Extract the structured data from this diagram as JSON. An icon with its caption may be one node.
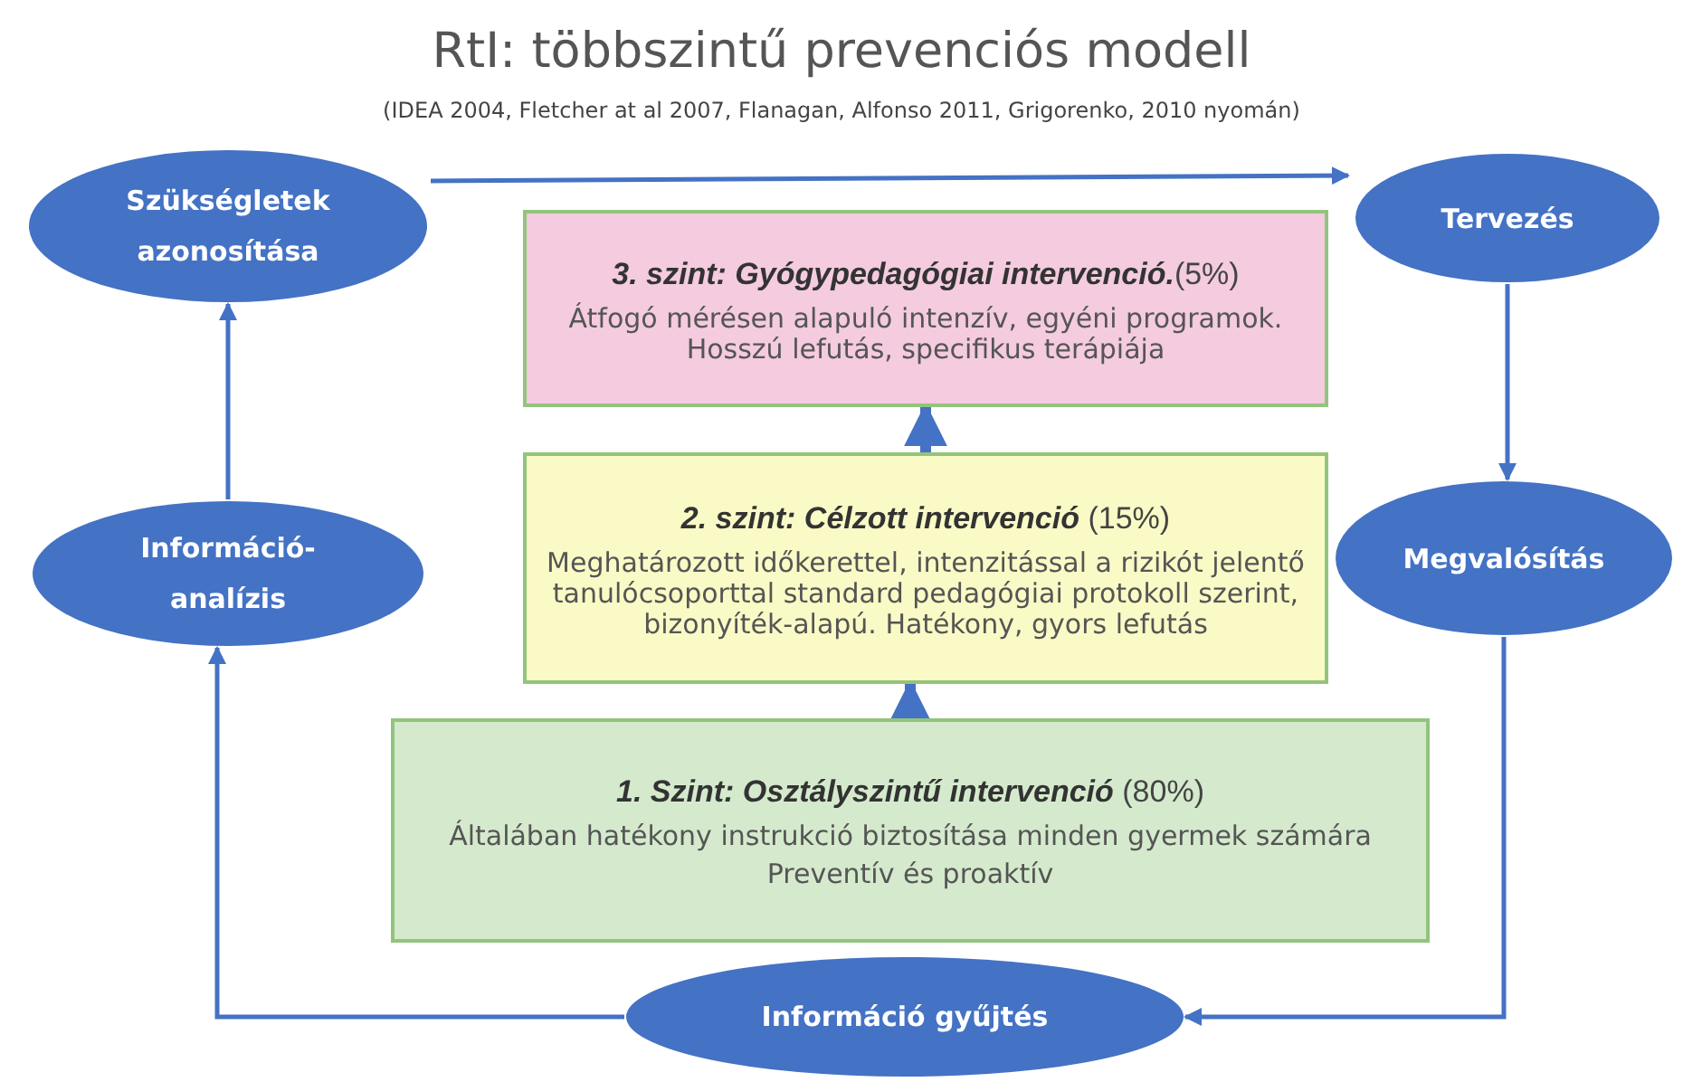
{
  "diagram": {
    "title": "RtI: többszintű prevenciós modell",
    "caption": "(IDEA 2004, Fletcher at al 2007, Flanagan, Alfonso 2011, Grigorenko, 2010 nyomán)",
    "nodes": [
      {
        "text": [
          "Szükségletek azonosítása"
        ]
      },
      {
        "text": [
          "Tervezés"
        ]
      },
      {
        "text": [
          "**3. szint: Gyógypedagógiai intervenció.**(5%)",
          "Átfogó mérésen alapuló intenzív, egyéni programok. Hosszú lefutás, specifikus terápiája"
        ]
      },
      {
        "text": [
          "**2. szint: Célzott intervenció** (15%)",
          "Meghatározott időkerettel, intenzitással a rizikót jelentő tanulócsoporttal standard pedagógiai protokoll szerint, bizonyíték-alapú. Hatékony, gyors lefutás"
        ]
      },
      {
        "text": [
          "Információ- analízis"
        ]
      },
      {
        "text": [
          "Megvalósítás"
        ]
      },
      {
        "text": [
          "**1. Szint: Osztályszintű intervenció** (80%)",
          "Általában hatékony instrukció biztosítása minden gyermek számára",
          "Preventív és proaktív"
        ]
      },
      {
        "text": [
          "Információ gyűjtés"
        ]
      }
    ],
    "edges": [
      {
        "from": 0,
        "to": 1,
        "arrow": "to"
      },
      {
        "from": 1,
        "to": 5,
        "arrow": "to"
      },
      {
        "from": 5,
        "to": 7,
        "arrow": "to"
      },
      {
        "from": 7,
        "to": 4,
        "arrow": "to"
      },
      {
        "from": 4,
        "to": 0,
        "arrow": "to"
      },
      {
        "from": 6,
        "to": 3,
        "arrow": "to",
        "style": "thick"
      },
      {
        "from": 3,
        "to": 2,
        "arrow": "to",
        "style": "thick"
      }
    ]
  }
}
